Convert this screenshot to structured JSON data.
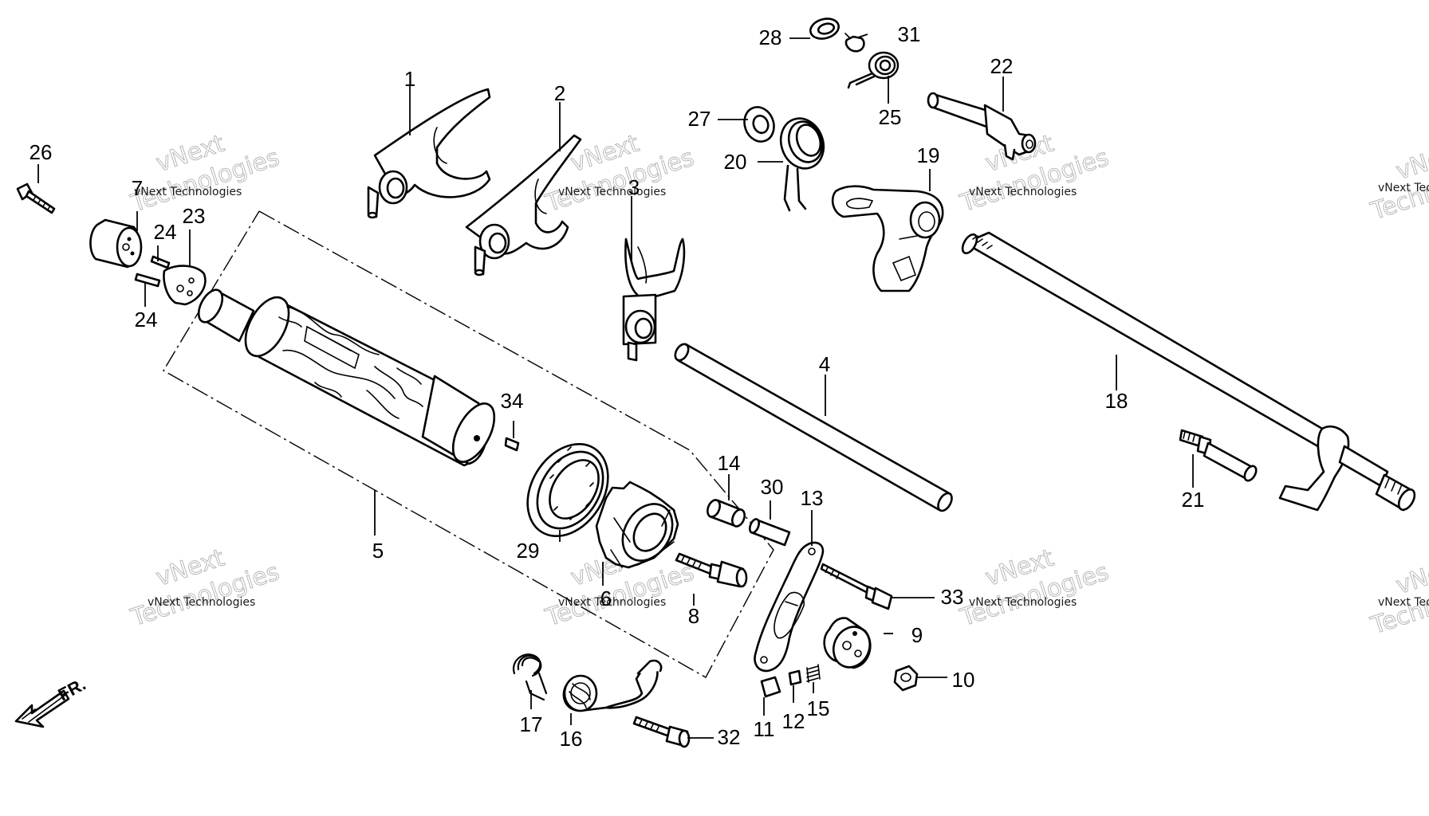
{
  "diagram": {
    "parts": [
      {
        "id": "p1",
        "label": "1"
      },
      {
        "id": "p2",
        "label": "2"
      },
      {
        "id": "p3",
        "label": "3"
      },
      {
        "id": "p4",
        "label": "4"
      },
      {
        "id": "p5",
        "label": "5"
      },
      {
        "id": "p6",
        "label": "6"
      },
      {
        "id": "p7",
        "label": "7"
      },
      {
        "id": "p8",
        "label": "8"
      },
      {
        "id": "p9",
        "label": "9"
      },
      {
        "id": "p10",
        "label": "10"
      },
      {
        "id": "p11",
        "label": "11"
      },
      {
        "id": "p12",
        "label": "12"
      },
      {
        "id": "p13",
        "label": "13"
      },
      {
        "id": "p14",
        "label": "14"
      },
      {
        "id": "p15",
        "label": "15"
      },
      {
        "id": "p16",
        "label": "16"
      },
      {
        "id": "p17",
        "label": "17"
      },
      {
        "id": "p18",
        "label": "18"
      },
      {
        "id": "p19",
        "label": "19"
      },
      {
        "id": "p20",
        "label": "20"
      },
      {
        "id": "p21",
        "label": "21"
      },
      {
        "id": "p22",
        "label": "22"
      },
      {
        "id": "p23",
        "label": "23"
      },
      {
        "id": "p24a",
        "label": "24"
      },
      {
        "id": "p24b",
        "label": "24"
      },
      {
        "id": "p25",
        "label": "25"
      },
      {
        "id": "p26",
        "label": "26"
      },
      {
        "id": "p27",
        "label": "27"
      },
      {
        "id": "p28",
        "label": "28"
      },
      {
        "id": "p29",
        "label": "29"
      },
      {
        "id": "p30",
        "label": "30"
      },
      {
        "id": "p31",
        "label": "31"
      },
      {
        "id": "p32",
        "label": "32"
      },
      {
        "id": "p33",
        "label": "33"
      },
      {
        "id": "p34",
        "label": "34"
      }
    ],
    "front_arrow_label": "FR.",
    "watermark": {
      "brand_top": "vNext",
      "brand_small": "vNext Technologies",
      "brand_large": "Technologies"
    },
    "colors": {
      "line": "#000000",
      "background": "#ffffff",
      "watermark": "#b8b8b8"
    }
  }
}
